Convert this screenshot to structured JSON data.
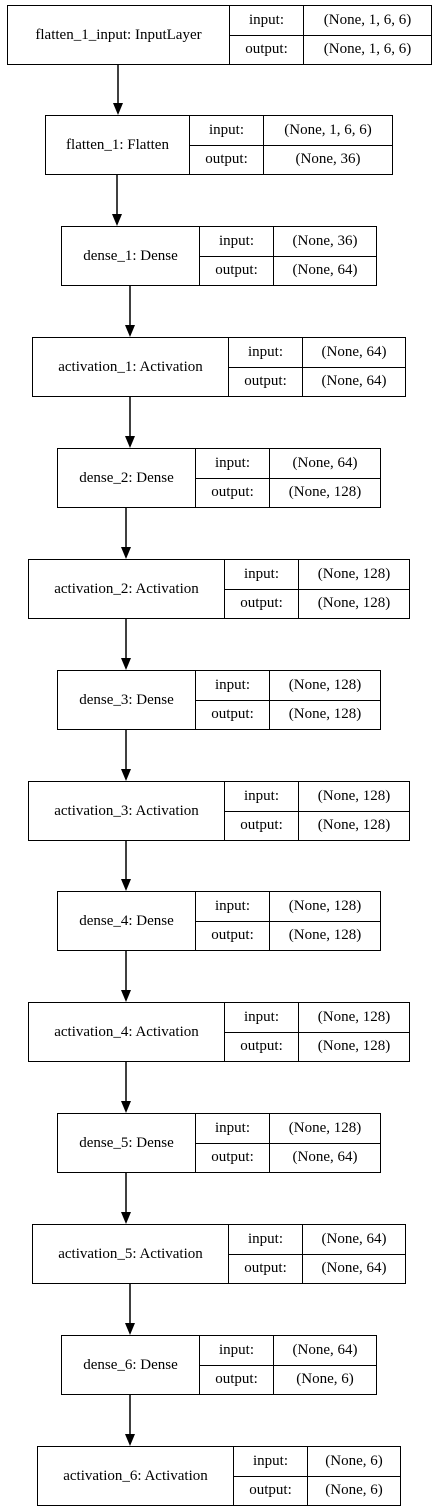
{
  "labels": {
    "input": "input:",
    "output": "output:"
  },
  "layers": [
    {
      "name": "flatten_1_input: InputLayer",
      "input": "(None, 1, 6, 6)",
      "output": "(None, 1, 6, 6)"
    },
    {
      "name": "flatten_1: Flatten",
      "input": "(None, 1, 6, 6)",
      "output": "(None, 36)"
    },
    {
      "name": "dense_1: Dense",
      "input": "(None, 36)",
      "output": "(None, 64)"
    },
    {
      "name": "activation_1: Activation",
      "input": "(None, 64)",
      "output": "(None, 64)"
    },
    {
      "name": "dense_2: Dense",
      "input": "(None, 64)",
      "output": "(None, 128)"
    },
    {
      "name": "activation_2: Activation",
      "input": "(None, 128)",
      "output": "(None, 128)"
    },
    {
      "name": "dense_3: Dense",
      "input": "(None, 128)",
      "output": "(None, 128)"
    },
    {
      "name": "activation_3: Activation",
      "input": "(None, 128)",
      "output": "(None, 128)"
    },
    {
      "name": "dense_4: Dense",
      "input": "(None, 128)",
      "output": "(None, 128)"
    },
    {
      "name": "activation_4: Activation",
      "input": "(None, 128)",
      "output": "(None, 128)"
    },
    {
      "name": "dense_5: Dense",
      "input": "(None, 128)",
      "output": "(None, 64)"
    },
    {
      "name": "activation_5: Activation",
      "input": "(None, 64)",
      "output": "(None, 64)"
    },
    {
      "name": "dense_6: Dense",
      "input": "(None, 64)",
      "output": "(None, 6)"
    },
    {
      "name": "activation_6: Activation",
      "input": "(None, 6)",
      "output": "(None, 6)"
    }
  ]
}
